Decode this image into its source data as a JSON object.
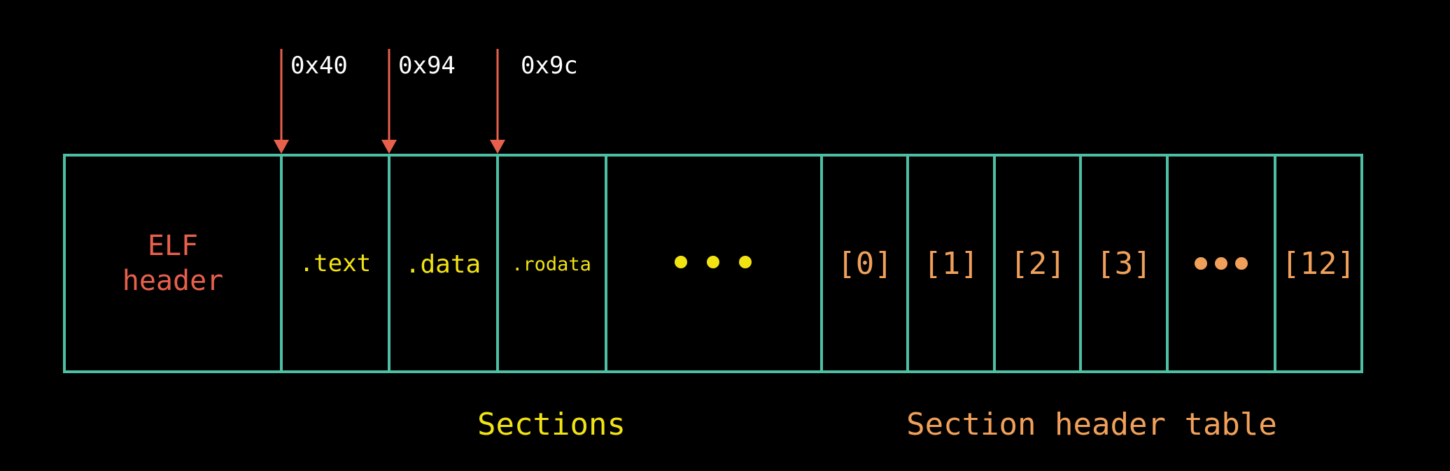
{
  "colors": {
    "background": "#000000",
    "box_stroke": "#4dbfa5",
    "arrow": "#e8604c",
    "elf_header_text": "#e8604c",
    "section_text": "#f2e313",
    "header_table_text": "#f0a05a",
    "offset_text": "#ffffff"
  },
  "offsets": [
    {
      "label": "0x40",
      "icon": "arrow-down"
    },
    {
      "label": "0x94",
      "icon": "arrow-down"
    },
    {
      "label": "0x9c",
      "icon": "arrow-down"
    }
  ],
  "elf_header": {
    "line1": "ELF",
    "line2": "header"
  },
  "sections": [
    {
      "label": ".text"
    },
    {
      "label": ".data"
    },
    {
      "label": ".rodata"
    }
  ],
  "sections_ellipsis": "•••",
  "section_headers": [
    {
      "label": "[0]"
    },
    {
      "label": "[1]"
    },
    {
      "label": "[2]"
    },
    {
      "label": "[3]"
    },
    {
      "label": "•••"
    },
    {
      "label": "[12]"
    }
  ],
  "captions": {
    "sections": "Sections",
    "section_header_table": "Section header table"
  }
}
